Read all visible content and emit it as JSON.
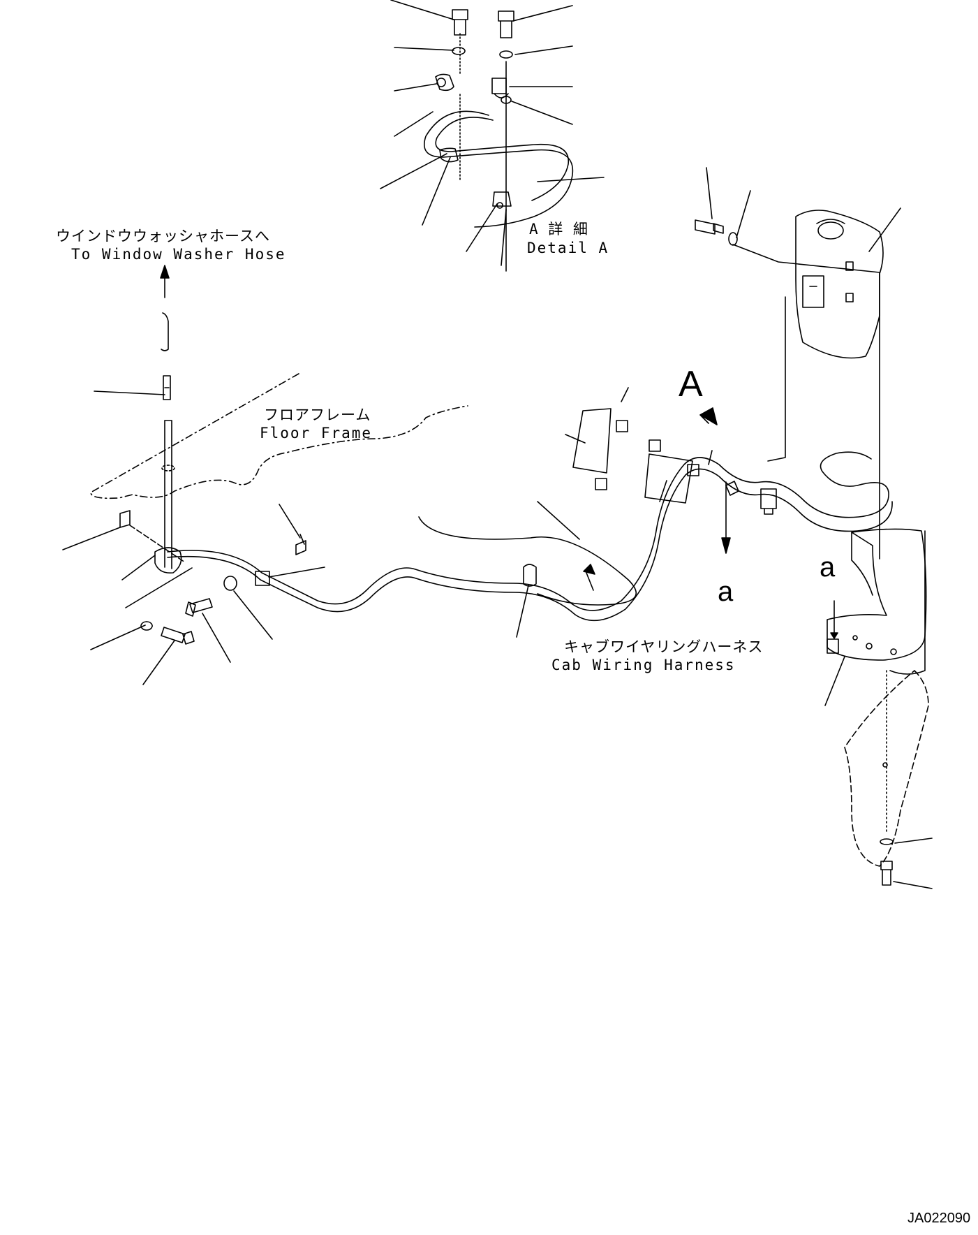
{
  "labels": {
    "window_washer_jp": "ウインドウウォッシャホースへ",
    "window_washer_en": "To Window Washer Hose",
    "floor_frame_jp": "フロアフレーム",
    "floor_frame_en": "Floor Frame",
    "detail_a_jp": "A 詳 細",
    "detail_a_en": "Detail A",
    "cab_harness_jp": "キャブワイヤリングハーネス",
    "cab_harness_en": "Cab Wiring Harness",
    "ref_A": "A",
    "ref_a_main": "a",
    "ref_a_bracket": "a",
    "drawing_code": "JA022090"
  },
  "colors": {
    "ink": "#000000",
    "paper": "#ffffff"
  }
}
